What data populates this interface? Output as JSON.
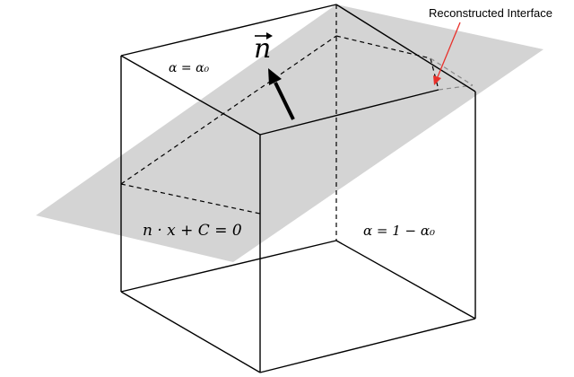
{
  "annotation": {
    "text": "Reconstructed Interface",
    "arrow_color": "#e8302a"
  },
  "labels": {
    "normal_vector": "n",
    "region_top": "α = α₀",
    "plane_equation": "n · x + C = 0",
    "region_bottom": "α = 1 − α₀"
  },
  "colors": {
    "plane_fill": "#d4d4d4",
    "edges": "#000000"
  }
}
